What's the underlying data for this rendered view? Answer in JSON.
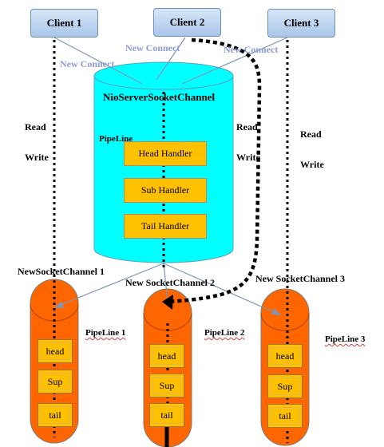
{
  "clients": [
    "Client 1",
    "Client 2",
    "Client 3"
  ],
  "server": {
    "title": "NioServerSocketChannel",
    "pipeline_label": "PipeLine",
    "handlers": [
      "Head Handler",
      "Sub Handler",
      "Tail Handler"
    ]
  },
  "connect_labels": [
    "New Connect",
    "New Connect",
    "New Connect"
  ],
  "io_labels": {
    "read": "Read",
    "write": "Write"
  },
  "socket_channels": [
    {
      "title": "NewSocketChannel 1",
      "pipeline": "PipeLine 1",
      "handlers": [
        "head",
        "Sup",
        "tail"
      ]
    },
    {
      "title": "New SocketChannel 2",
      "pipeline": "PipeLine 2",
      "handlers": [
        "head",
        "Sup",
        "tail"
      ]
    },
    {
      "title": "New SocketChannel 3",
      "pipeline": "PipeLine 3",
      "handlers": [
        "head",
        "Sup",
        "tail"
      ]
    }
  ],
  "colors": {
    "server_fill": "#00ffff",
    "channel_fill": "#ff6600",
    "handler_fill": "#ffc000",
    "client_fill": "#b8d0ee",
    "connect_line": "#7e97b8"
  }
}
